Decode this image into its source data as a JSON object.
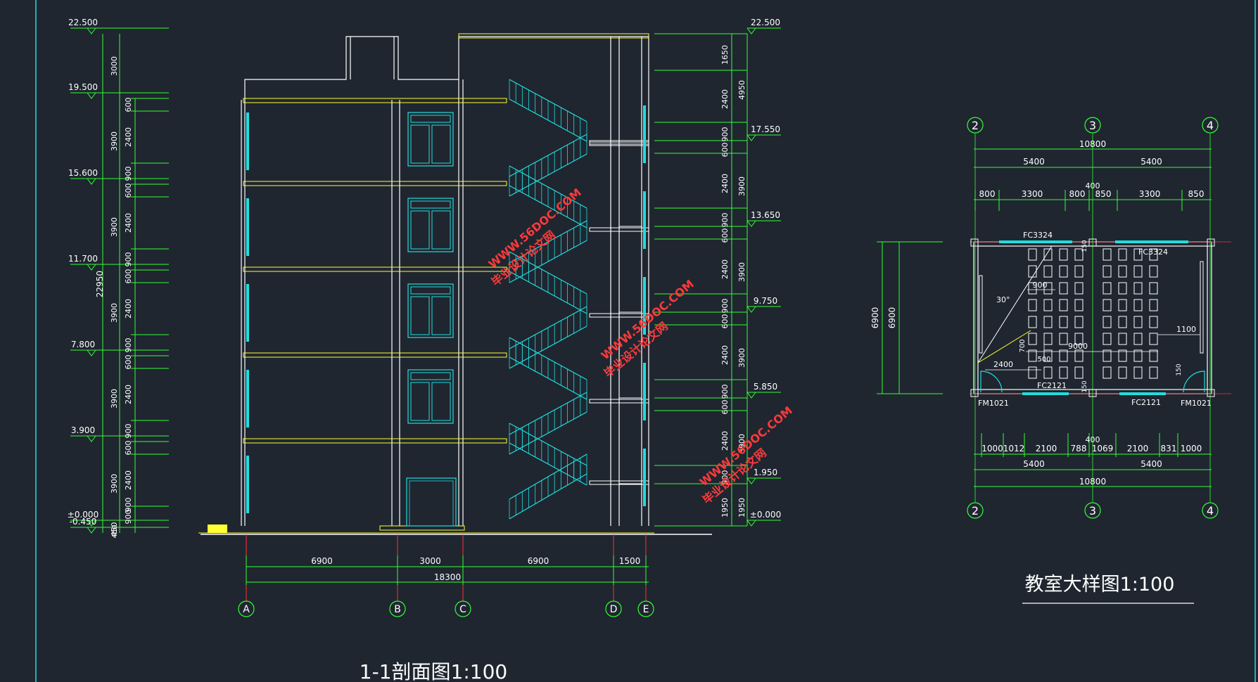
{
  "colors": {
    "background": "#1f2630",
    "dimension": "#33ff33",
    "structure": "#ffff33",
    "glazing": "#22dddd",
    "line": "#ffffff",
    "grid_axis": "#ff3333",
    "watermark": "#ff3a3a",
    "frame": "#27d7e7"
  },
  "section_title": "1-1剖面图1:100",
  "detail_title": "教室大样图1:100",
  "section": {
    "left_levels": [
      "22.500",
      "19.500",
      "15.600",
      "11.700",
      "7.800",
      "3.900",
      "±0.000",
      "-0.450"
    ],
    "right_levels": [
      "22.500",
      "17.550",
      "13.650",
      "9.750",
      "5.850",
      "1.950",
      "±0.000"
    ],
    "total_height": "22950",
    "left_dims_outer": [
      "3000",
      "3900",
      "3900",
      "3900",
      "3900",
      "3900",
      "450"
    ],
    "left_dims_inner": [
      "600",
      "2400",
      "900",
      "600",
      "2400",
      "900",
      "600",
      "2400",
      "900",
      "600",
      "2400",
      "900",
      "600",
      "2400",
      "900",
      "600",
      "2400",
      "900"
    ],
    "right_dims_inner": [
      "1650",
      "2400",
      "900",
      "600",
      "2400",
      "900",
      "600",
      "2400",
      "900",
      "600",
      "2400",
      "900",
      "600",
      "2400",
      "900",
      "1950"
    ],
    "right_dims_outer": [
      "4950",
      "3900",
      "3900",
      "3900",
      "3900",
      "1950"
    ],
    "axes": [
      "A",
      "B",
      "C",
      "D",
      "E"
    ],
    "bottom_dims": [
      "6900",
      "3000",
      "6900",
      "1500"
    ],
    "bottom_total": "18300"
  },
  "plan": {
    "axes": [
      "2",
      "3",
      "4"
    ],
    "top_total": "10800",
    "top_halves": [
      "5400",
      "5400"
    ],
    "top_segments": [
      "800",
      "3300",
      "800",
      "850",
      "3300",
      "850"
    ],
    "top_center": "400",
    "bottom_segments": [
      "1000",
      "1012",
      "2100",
      "788",
      "1069",
      "2100",
      "831",
      "1000"
    ],
    "bottom_center": "400",
    "bottom_halves": [
      "5400",
      "5400"
    ],
    "bottom_total": "10800",
    "left_dims": [
      "6900",
      "6900"
    ],
    "labels": {
      "fc3324_a": "FC3324",
      "fc3324_b": "FC3324",
      "fc2121_a": "FC2121",
      "fc2121_b": "FC2121",
      "fm1021_a": "FM1021",
      "fm1021_b": "FM1021",
      "d900": "900",
      "d9000": "9000",
      "d1100": "1100",
      "d700": "700",
      "d500": "500",
      "d2400": "2400",
      "d150a": "150",
      "d150b": "150",
      "d150c": "150",
      "angle": "30°"
    }
  },
  "watermarks": [
    {
      "line1": "毕业设计论文网",
      "line2": "WWW.56DOC.COM"
    },
    {
      "line1": "毕业设计论文网",
      "line2": "WWW.56DOC.COM"
    },
    {
      "line1": "毕业设计论文网",
      "line2": "WWW.56DOC.COM"
    }
  ]
}
